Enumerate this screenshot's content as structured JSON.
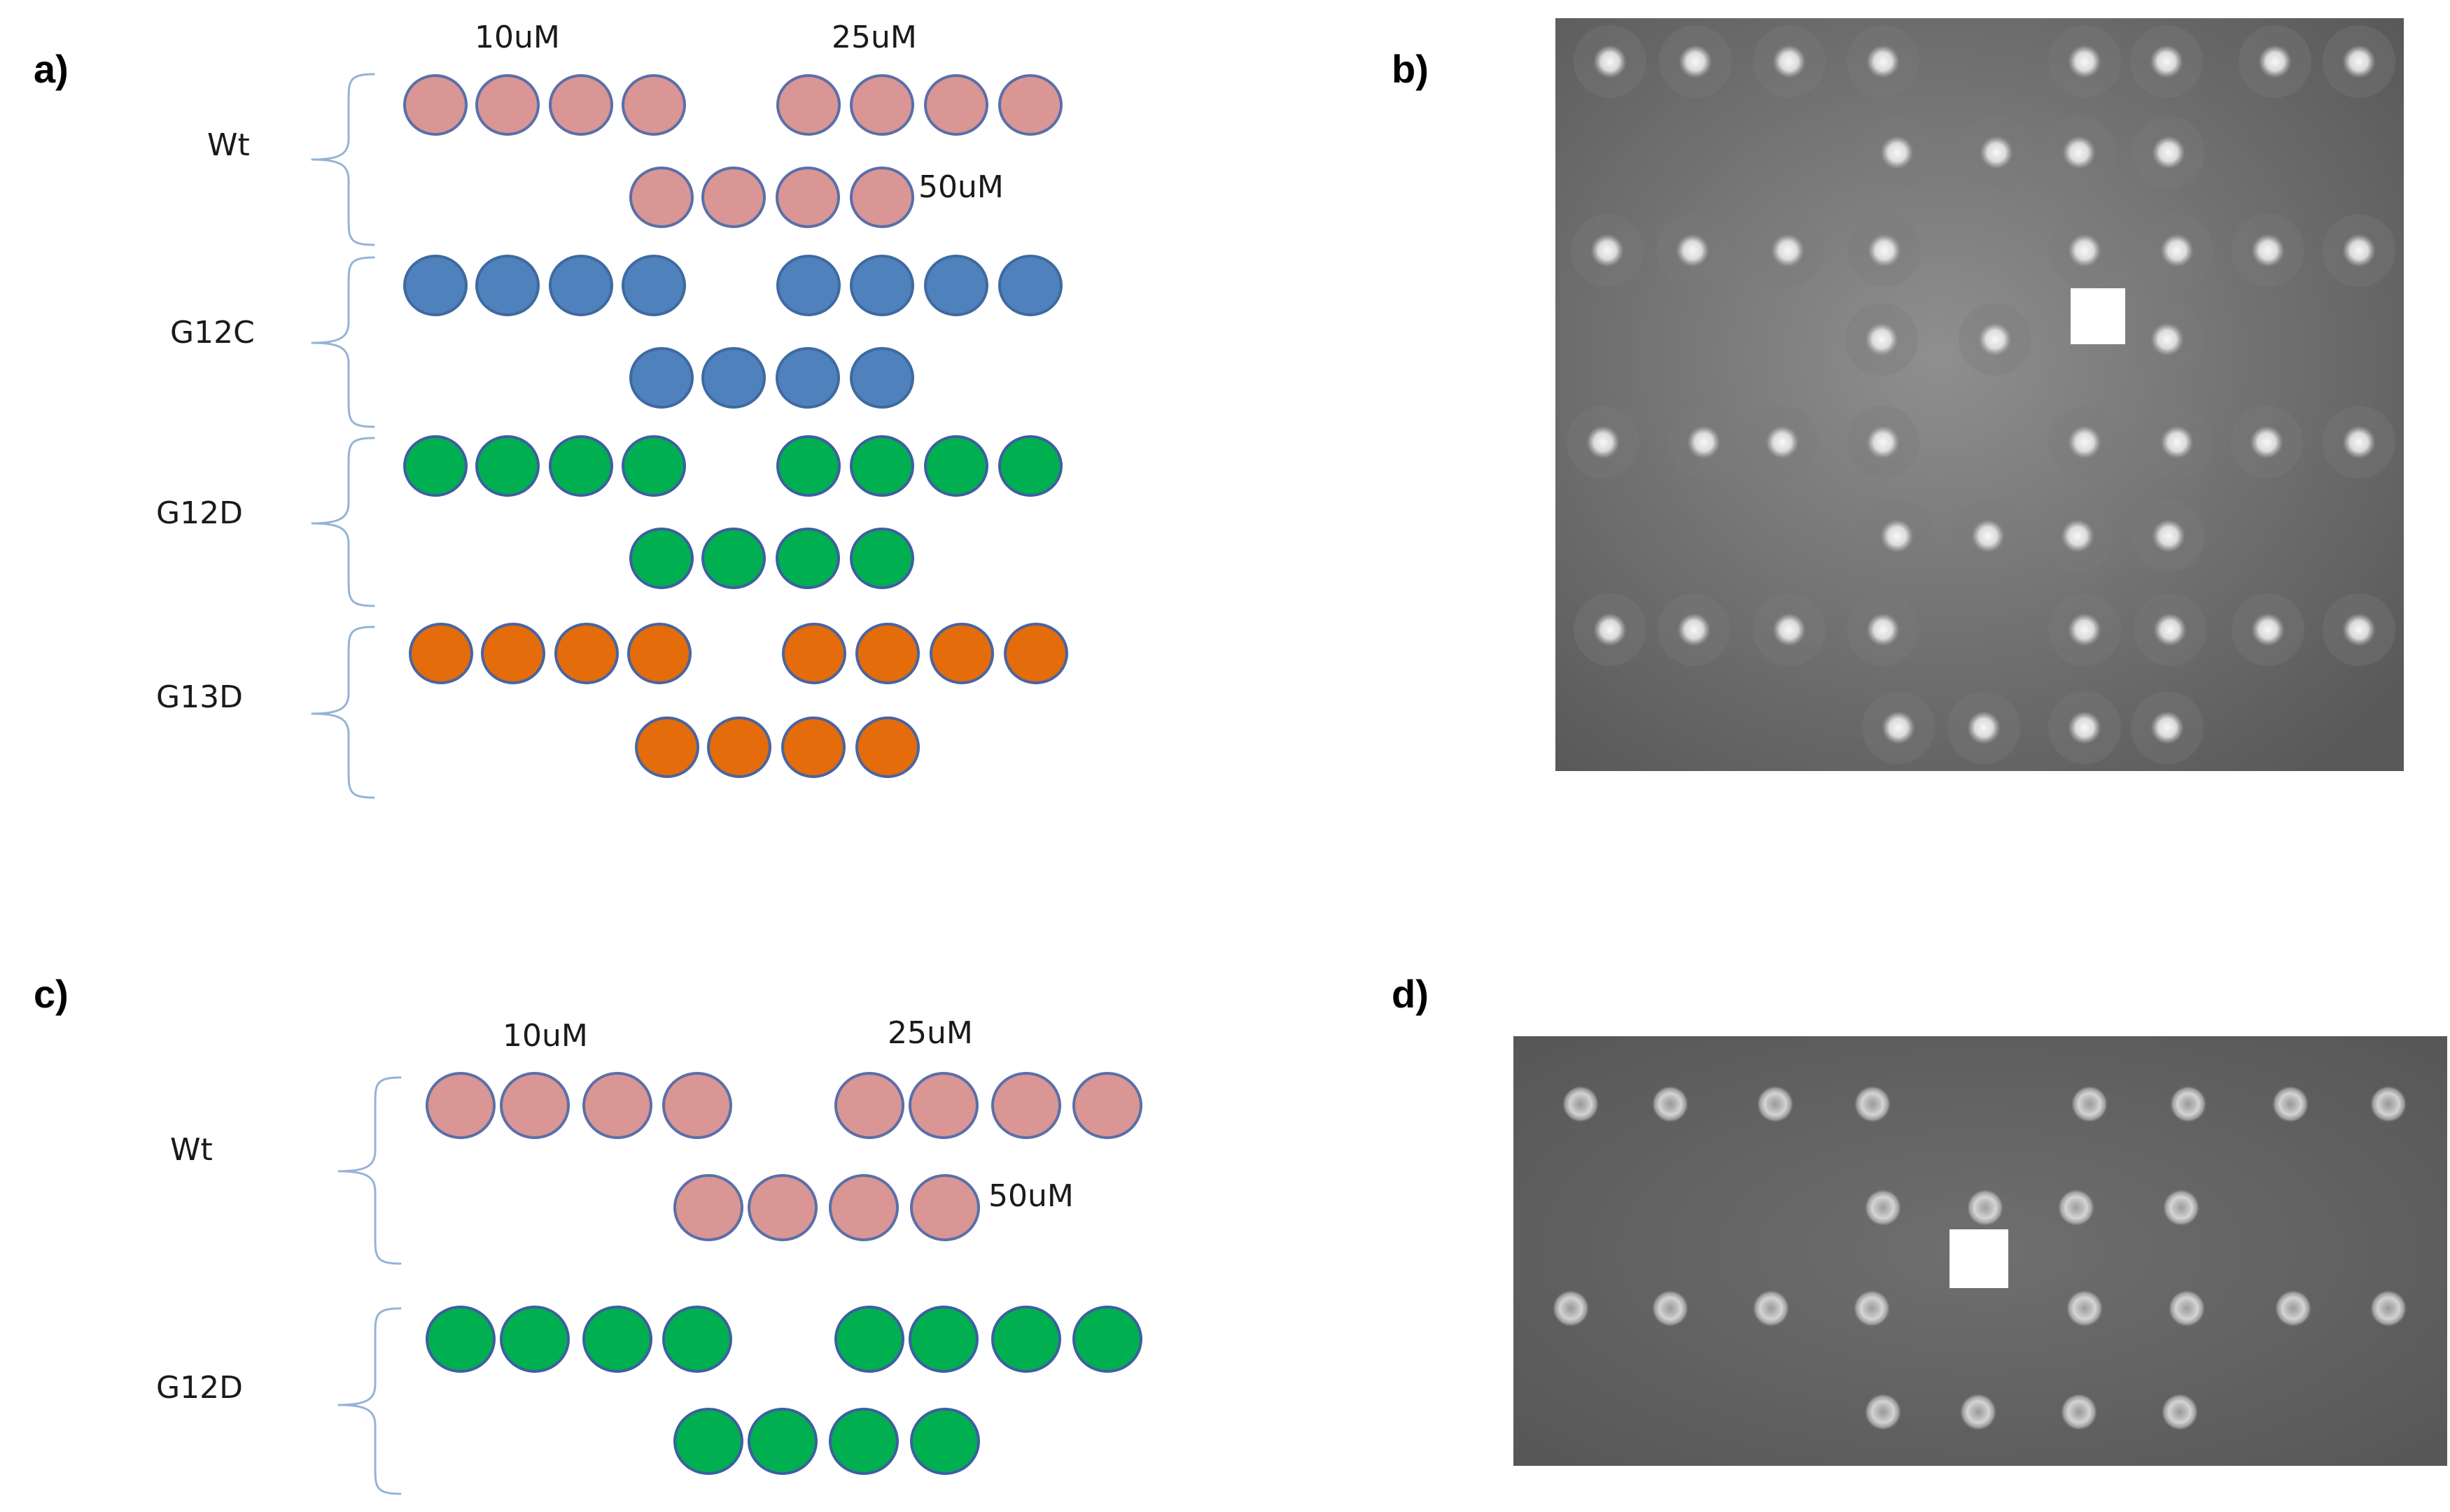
{
  "panels": [
    {
      "letter": "a)"
    },
    {
      "letter": "b)"
    },
    {
      "letter": "c)"
    },
    {
      "letter": "d)"
    }
  ],
  "concentrations": {
    "low": "10uM",
    "mid": "25uM",
    "high": "50uM"
  },
  "samples": {
    "wt": {
      "label": "Wt",
      "fill": "#d99694",
      "stroke": "#5a6fa8"
    },
    "g12c": {
      "label": "G12C",
      "fill": "#4f81bd",
      "stroke": "#3e6aa0"
    },
    "g12d": {
      "label": "G12D",
      "fill": "#00b050",
      "stroke": "#3d5fa0"
    },
    "g13d": {
      "label": "G13D",
      "fill": "#e46c0a",
      "stroke": "#4a64a0"
    }
  },
  "brace_color": "#95b3d7",
  "image_background": "#4a4a4a"
}
